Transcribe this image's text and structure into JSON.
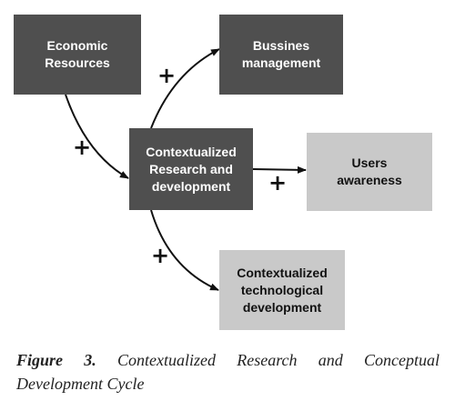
{
  "diagram": {
    "boxes": {
      "economic_resources": {
        "line1": "Economic",
        "line2": "Resources"
      },
      "business_management": {
        "line1": "Bussines",
        "line2": "management"
      },
      "contextualized_rd": {
        "line1": "Contextualized",
        "line2": "Research and",
        "line3": "development"
      },
      "users_awareness": {
        "line1": "Users",
        "line2": "awareness"
      },
      "tech_development": {
        "line1": "Contextualized",
        "line2": "technological",
        "line3": "development"
      }
    },
    "signs": {
      "econ_to_rd": "+",
      "rd_to_business": "+",
      "rd_to_users": "+",
      "rd_to_tech": "+"
    }
  },
  "caption": {
    "label": "Figure 3.",
    "text": "Contextualized Research and Conceptual Development Cycle"
  },
  "colors": {
    "dark_box": "#4f4f4f",
    "light_box": "#c9c9c9",
    "arrow": "#111111"
  }
}
